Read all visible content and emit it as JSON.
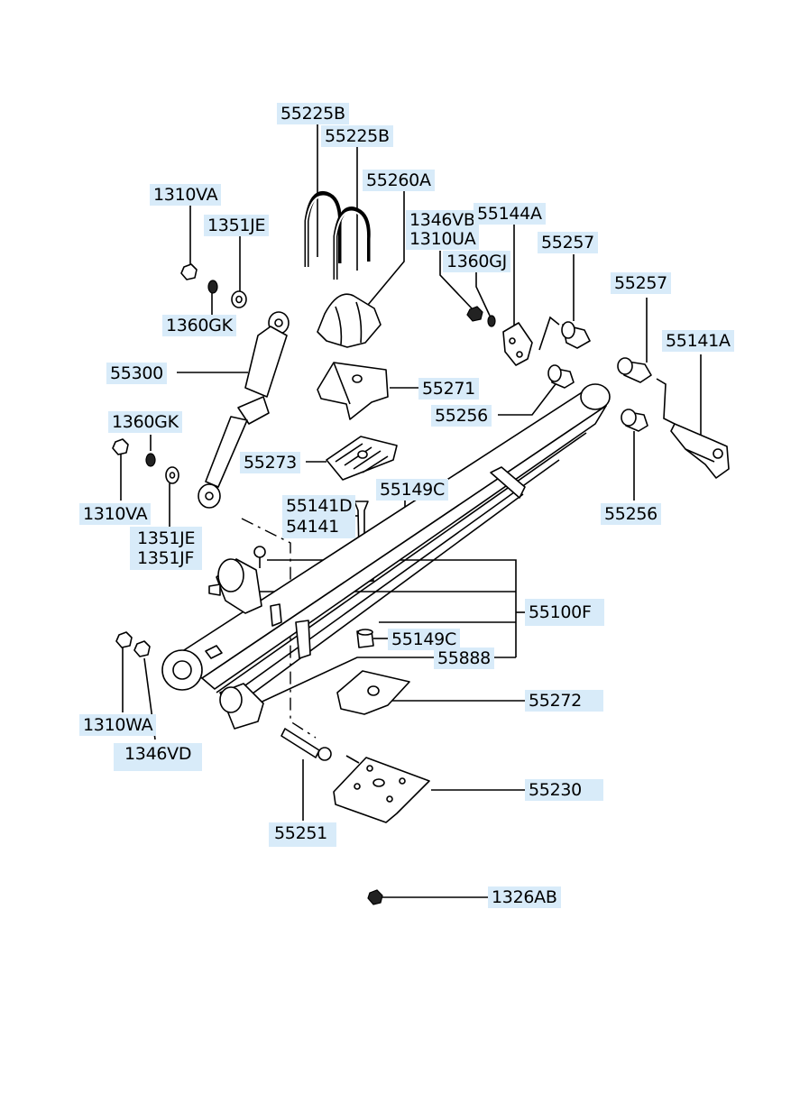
{
  "callouts": [
    {
      "id": "c01",
      "text": "55225B"
    },
    {
      "id": "c02",
      "text": "55225B"
    },
    {
      "id": "c03",
      "text": "55260A"
    },
    {
      "id": "c04",
      "text": "1310VA"
    },
    {
      "id": "c05",
      "text": "1351JE"
    },
    {
      "id": "c06",
      "text": "1346VB\n1310UA"
    },
    {
      "id": "c07",
      "text": "55144A"
    },
    {
      "id": "c08",
      "text": "55257"
    },
    {
      "id": "c09",
      "text": "1360GJ"
    },
    {
      "id": "c10",
      "text": "55257"
    },
    {
      "id": "c11",
      "text": "1360GK"
    },
    {
      "id": "c12",
      "text": "55141A"
    },
    {
      "id": "c13",
      "text": "55300"
    },
    {
      "id": "c14",
      "text": "55271"
    },
    {
      "id": "c15",
      "text": "55256"
    },
    {
      "id": "c16",
      "text": "1360GK"
    },
    {
      "id": "c17",
      "text": "55273"
    },
    {
      "id": "c18",
      "text": "55141D\n54141"
    },
    {
      "id": "c19",
      "text": "55149C"
    },
    {
      "id": "c20",
      "text": "1310VA"
    },
    {
      "id": "c21",
      "text": "55256"
    },
    {
      "id": "c22",
      "text": "1351JE\n1351JF"
    },
    {
      "id": "c23",
      "text": "55100F"
    },
    {
      "id": "c24",
      "text": "55149C"
    },
    {
      "id": "c25",
      "text": "55888"
    },
    {
      "id": "c26",
      "text": "55272"
    },
    {
      "id": "c27",
      "text": "1310WA"
    },
    {
      "id": "c28",
      "text": "1346VD"
    },
    {
      "id": "c29",
      "text": "55230"
    },
    {
      "id": "c30",
      "text": "55251"
    },
    {
      "id": "c31",
      "text": "1326AB"
    }
  ]
}
